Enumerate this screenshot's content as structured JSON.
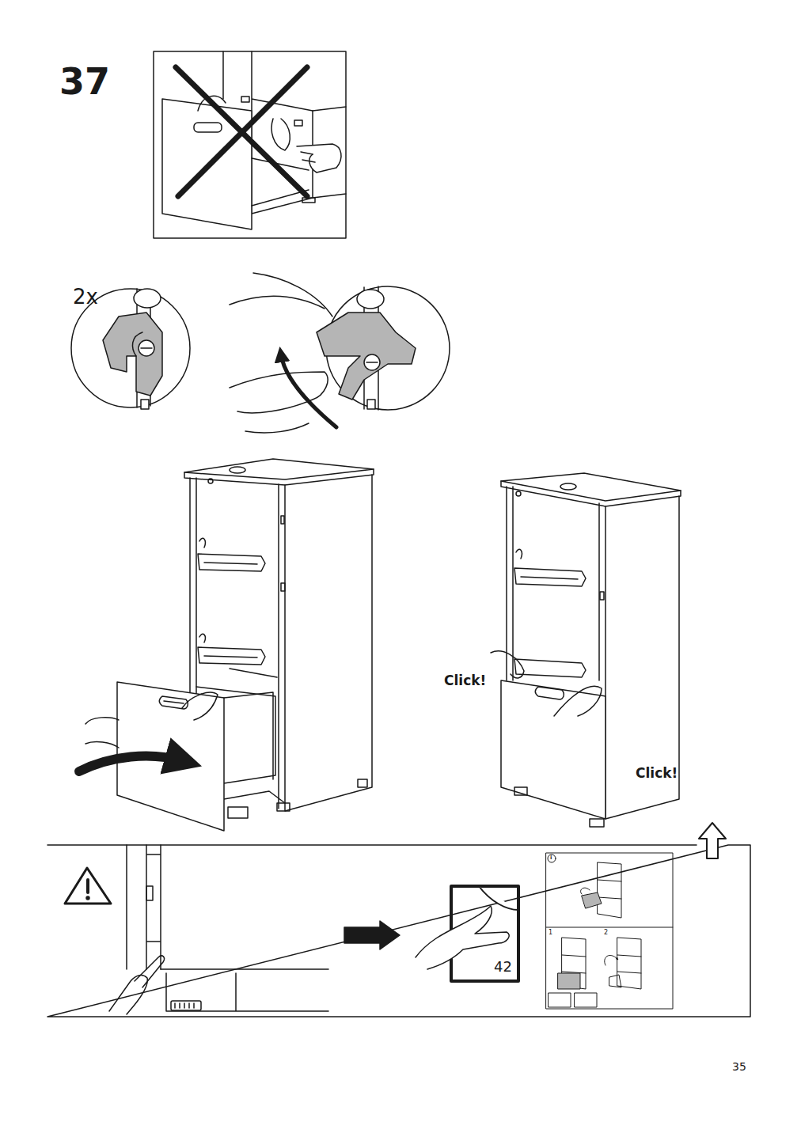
{
  "diagram": {
    "labels": [
      "37",
      "2x",
      "Click!",
      "Click!",
      "42",
      "i",
      "1",
      "2",
      "35"
    ]
  }
}
